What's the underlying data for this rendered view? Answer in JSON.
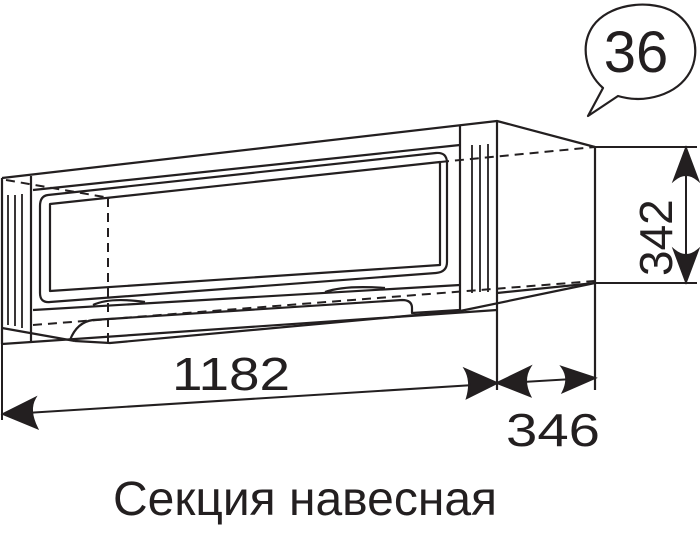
{
  "badge": {
    "number": "36",
    "icon": "speech-bubble-icon"
  },
  "dimensions": {
    "width": "1182",
    "depth": "346",
    "height": "342"
  },
  "caption": "Секция навесная",
  "colors": {
    "line": "#231f20",
    "background": "#ffffff"
  }
}
